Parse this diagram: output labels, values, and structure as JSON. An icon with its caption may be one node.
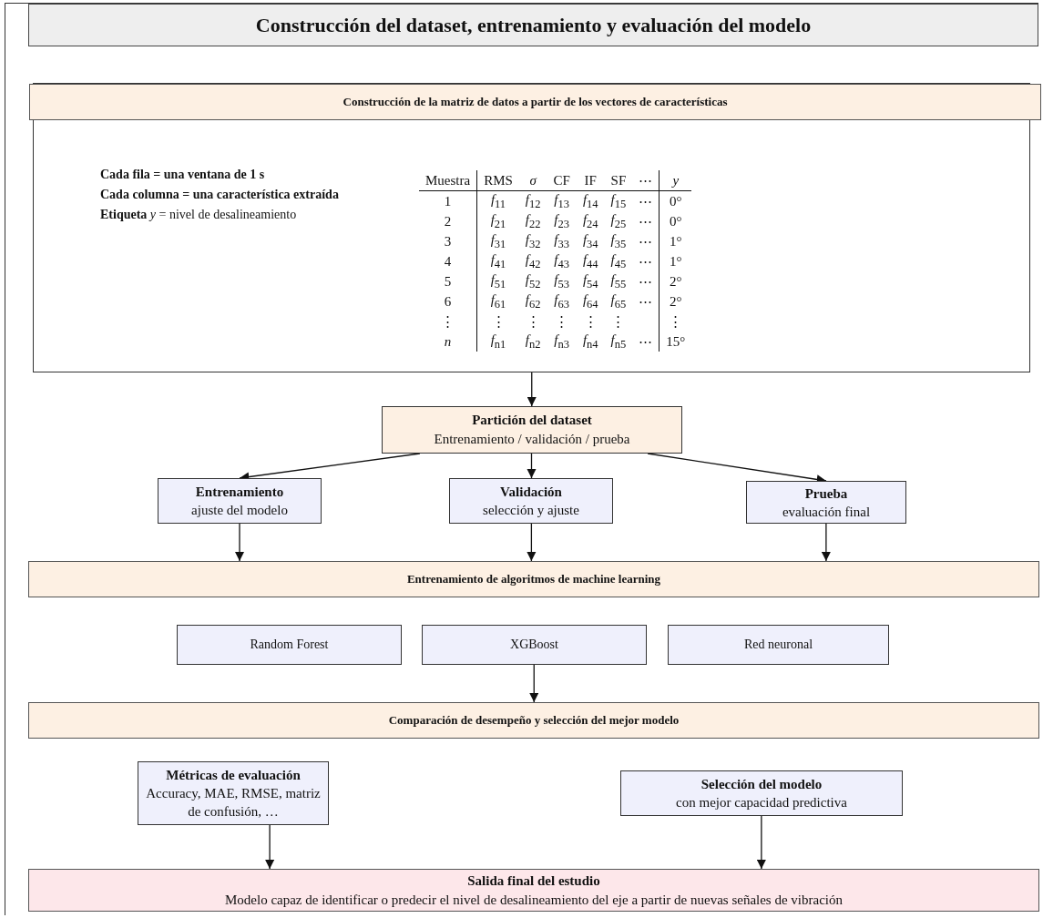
{
  "diagram": {
    "nodes": [
      {
        "text": [
          "Construcción del dataset, entrenamiento y evaluación del modelo"
        ]
      },
      {
        "text": [
          "Construcción de la matriz de datos a partir de los vectores de características",
          "Cada fila = una ventana de 1 s",
          "Cada columna = una característica extraída",
          "**Etiqueta** *y* = nivel de desalineamiento"
        ],
        "in": 0
      },
      {
        "text": [
          "Partición del dataset",
          "Entrenamiento / validación / prueba"
        ],
        "in": 0
      },
      {
        "text": [
          "Entrenamiento",
          "ajuste del modelo"
        ],
        "in": 0
      },
      {
        "text": [
          "Validación",
          "selección y ajuste"
        ],
        "in": 0
      },
      {
        "text": [
          "Prueba",
          "evaluación final"
        ],
        "in": 0
      },
      {
        "text": [
          "Entrenamiento de algoritmos de machine learning"
        ],
        "in": 0
      },
      {
        "text": [
          "Random Forest"
        ],
        "in": 0
      },
      {
        "text": [
          "XGBoost"
        ],
        "in": 0
      },
      {
        "text": [
          "Red neuronal"
        ],
        "in": 0
      },
      {
        "text": [
          "Comparación de desempeño y selección del mejor modelo"
        ],
        "in": 0
      },
      {
        "text": [
          "Métricas de evaluación",
          "Accuracy, MAE, RMSE, matriz de confusión, …"
        ],
        "in": 0
      },
      {
        "text": [
          "Selección del modelo",
          "con mejor capacidad predictiva"
        ],
        "in": 0
      },
      {
        "text": [
          "Salida final del estudio",
          "Modelo capaz de identificar o predecir el nivel de desalineamiento del eje a partir de nuevas señales de vibración"
        ],
        "in": 0
      }
    ],
    "edges": [
      {
        "from": 1,
        "to": 2,
        "arrow": "to"
      },
      {
        "from": 2,
        "to": 3,
        "arrow": "to"
      },
      {
        "from": 2,
        "to": 4,
        "arrow": "to"
      },
      {
        "from": 2,
        "to": 5,
        "arrow": "to"
      },
      {
        "from": 3,
        "to": 6,
        "arrow": "to"
      },
      {
        "from": 4,
        "to": 6,
        "arrow": "to"
      },
      {
        "from": 5,
        "to": 6,
        "arrow": "to"
      },
      {
        "from": 8,
        "to": 10,
        "arrow": "to"
      },
      {
        "from": 11,
        "to": 13,
        "arrow": "to"
      },
      {
        "from": 12,
        "to": 13,
        "arrow": "to"
      }
    ],
    "labels": [
      "Muestra",
      "RMS",
      "σ",
      "CF",
      "IF",
      "SF",
      "⋯",
      "y",
      "1",
      "*f*$_{11}$",
      "*f*$_{12}$",
      "*f*$_{13}$",
      "*f*$_{14}$",
      "*f*$_{15}$",
      "⋯",
      "0°",
      "2",
      "*f*$_{21}$",
      "*f*$_{22}$",
      "*f*$_{23}$",
      "*f*$_{24}$",
      "*f*$_{25}$",
      "⋯",
      "0°",
      "3",
      "*f*$_{31}$",
      "*f*$_{32}$",
      "*f*$_{33}$",
      "*f*$_{34}$",
      "*f*$_{35}$",
      "⋯",
      "1°",
      "4",
      "*f*$_{41}$",
      "*f*$_{42}$",
      "*f*$_{43}$",
      "*f*$_{44}$",
      "*f*$_{45}$",
      "⋯",
      "1°",
      "5",
      "*f*$_{51}$",
      "*f*$_{52}$",
      "*f*$_{53}$",
      "*f*$_{54}$",
      "*f*$_{55}$",
      "⋯",
      "2°",
      "6",
      "*f*$_{61}$",
      "*f*$_{62}$",
      "*f*$_{63}$",
      "*f*$_{64}$",
      "*f*$_{65}$",
      "⋯",
      "2°",
      "⋮",
      "⋮",
      "⋮",
      "⋮",
      "⋮",
      "⋮",
      "⋮",
      "n",
      "*f*$_{n1}$",
      "*f*$_{n2}$",
      "*f*$_{n3}$",
      "*f*$_{n4}$",
      "*f*$_{n5}$",
      "⋯",
      "15°"
    ]
  }
}
